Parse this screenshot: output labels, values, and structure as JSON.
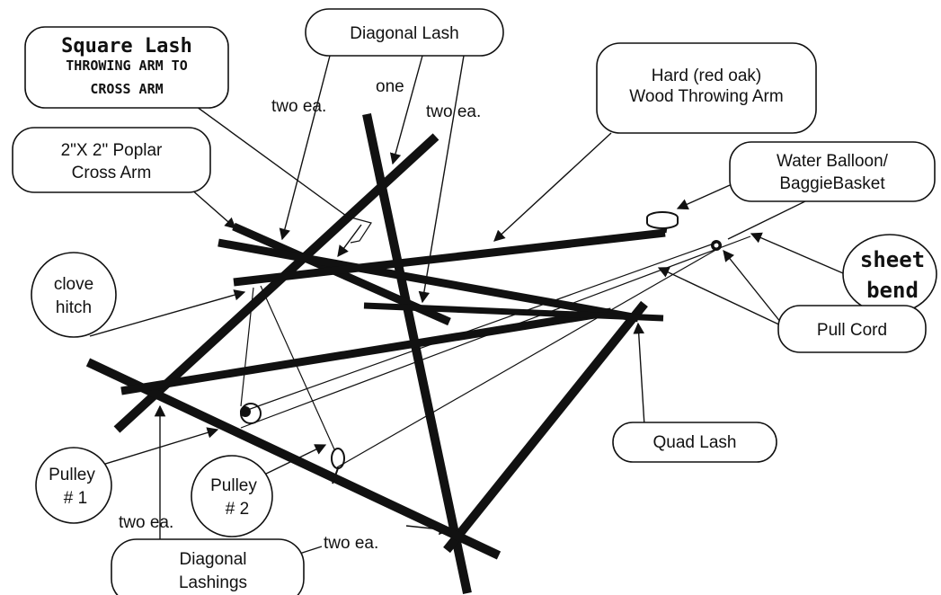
{
  "labels": {
    "square_lash": {
      "line1": "Square Lash",
      "line2": "THROWING  ARM TO",
      "line3": "CROSS ARM"
    },
    "diagonal_lash": "Diagonal Lash",
    "hard_wood_arm": {
      "line1": "Hard (red oak)",
      "line2": "Wood Throwing Arm"
    },
    "cross_arm": {
      "line1": "2\"X 2\" Poplar",
      "line2": "Cross Arm"
    },
    "water_balloon": {
      "line1": "Water Balloon/",
      "line2": "BaggieBasket"
    },
    "clove_hitch": {
      "line1": "clove",
      "line2": "hitch"
    },
    "sheet_bend": {
      "line1": "sheet",
      "line2": "bend"
    },
    "pull_cord": "Pull Cord",
    "quad_lash": "Quad Lash",
    "pulley_1": {
      "line1": "Pulley",
      "line2": "# 1"
    },
    "pulley_2": {
      "line1": "Pulley",
      "line2": "# 2"
    },
    "diagonal_lashings": {
      "line1": "Diagonal",
      "line2": "Lashings"
    },
    "annotations": {
      "two_ea_left": "two ea.",
      "one": "one",
      "two_ea_right": "two ea.",
      "two_ea_bottom_left": "two ea.",
      "two_ea_bottom": "two ea."
    }
  },
  "colors": {
    "ink": "#111111",
    "paper": "#ffffff"
  }
}
